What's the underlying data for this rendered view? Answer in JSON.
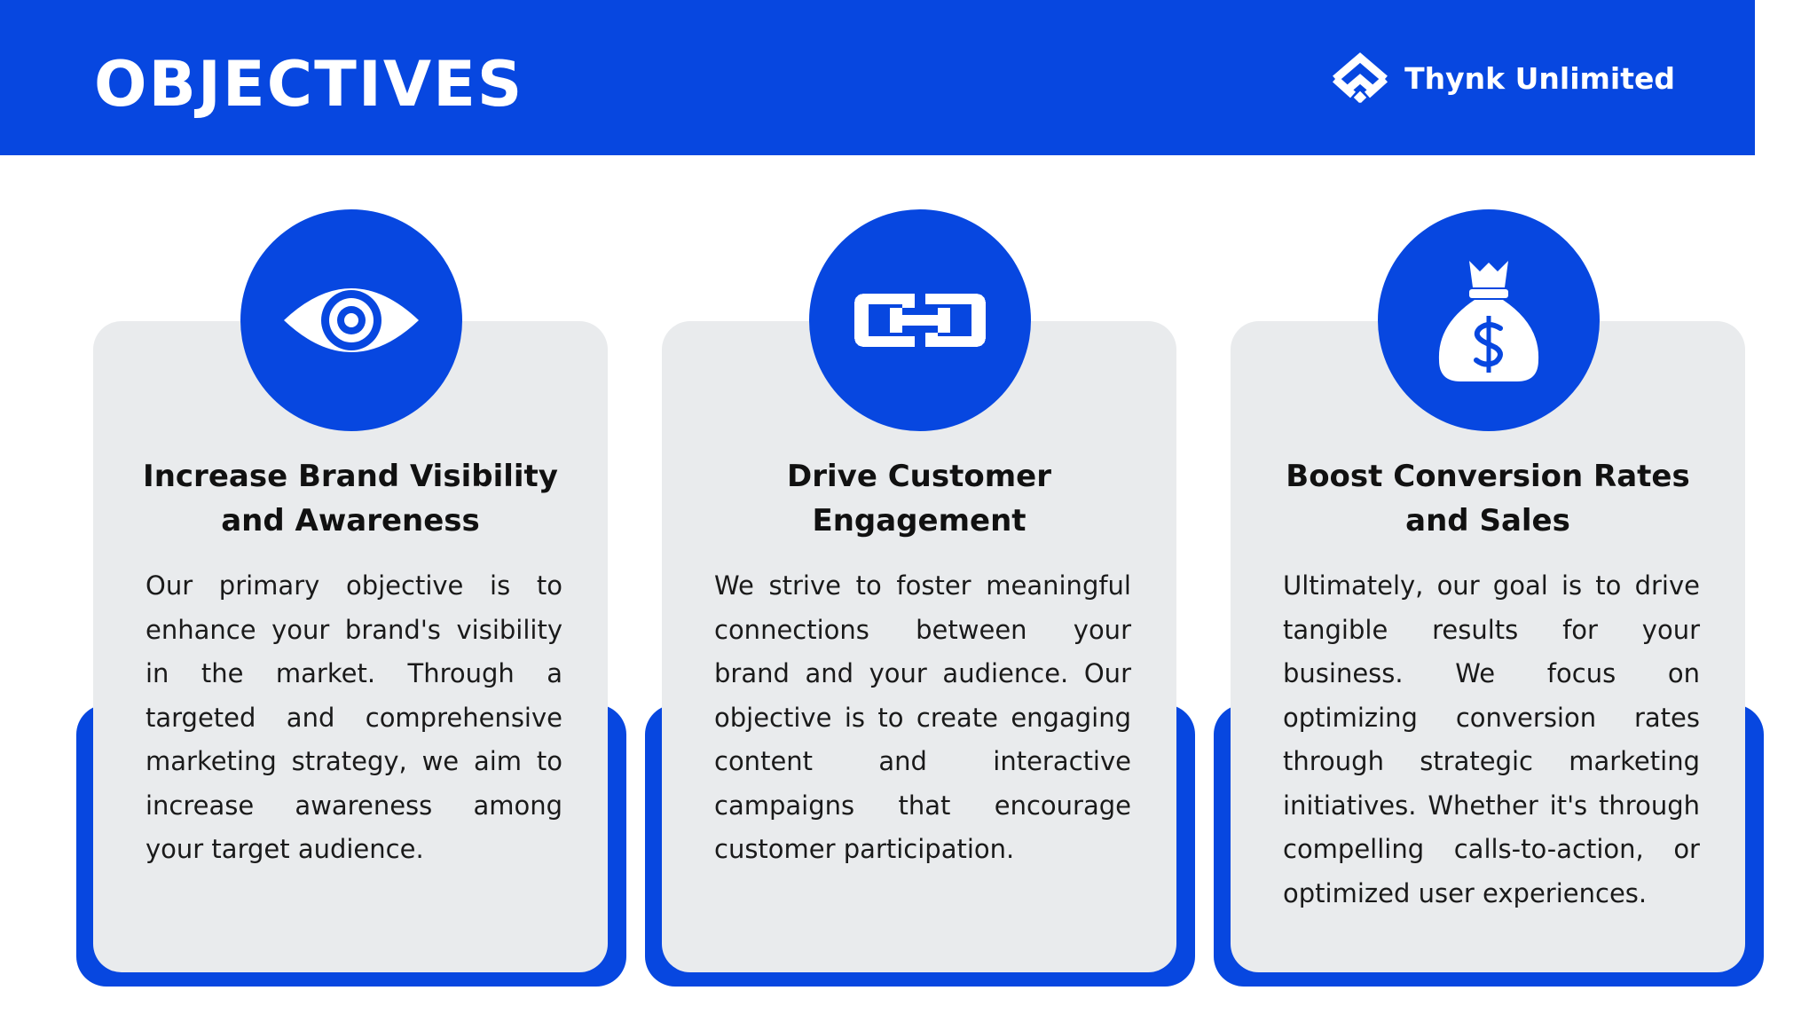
{
  "header": {
    "title": "OBJECTIVES",
    "brand_name": "Thynk Unlimited",
    "brand_icon": "stacked-chevrons-logo",
    "bg_color": "#0747e0"
  },
  "cards": [
    {
      "icon": "eye-icon",
      "title": "Increase Brand Visibility and Awareness",
      "body": "Our primary objective is to enhance your brand's visibility in the market. Through a targeted and comprehensive marketing strategy, we aim to increase awareness among your target audience."
    },
    {
      "icon": "link-icon",
      "title": "Drive Customer Engagement",
      "body": "We strive to foster meaningful connections between your brand and your audience. Our objective is to create engaging content and interactive campaigns that encourage customer participation."
    },
    {
      "icon": "money-bag-icon",
      "title": "Boost Conversion Rates and Sales",
      "body": "Ultimately, our goal is to drive tangible results for your business. We focus on optimizing conversion rates through strategic marketing initiatives. Whether it's through compelling calls-to-action, or optimized user experiences."
    }
  ],
  "colors": {
    "accent": "#0747e0",
    "card_panel": "#e9ebed",
    "text": "#111111"
  }
}
